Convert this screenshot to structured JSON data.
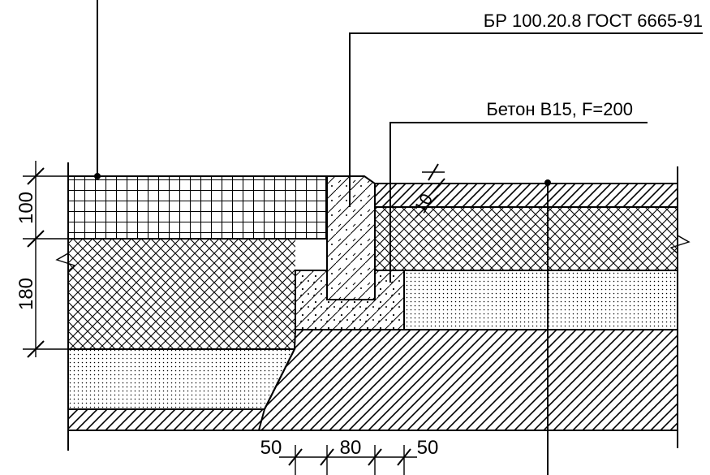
{
  "callouts": {
    "curb": "БР 100.20.8 ГОСТ 6665-91",
    "concrete": "Бетон В15, F=200"
  },
  "dimensions": {
    "top_layer": "100",
    "base_layer": "180",
    "small": "10",
    "bottom_left": "50",
    "bottom_mid": "80",
    "bottom_right": "50"
  }
}
